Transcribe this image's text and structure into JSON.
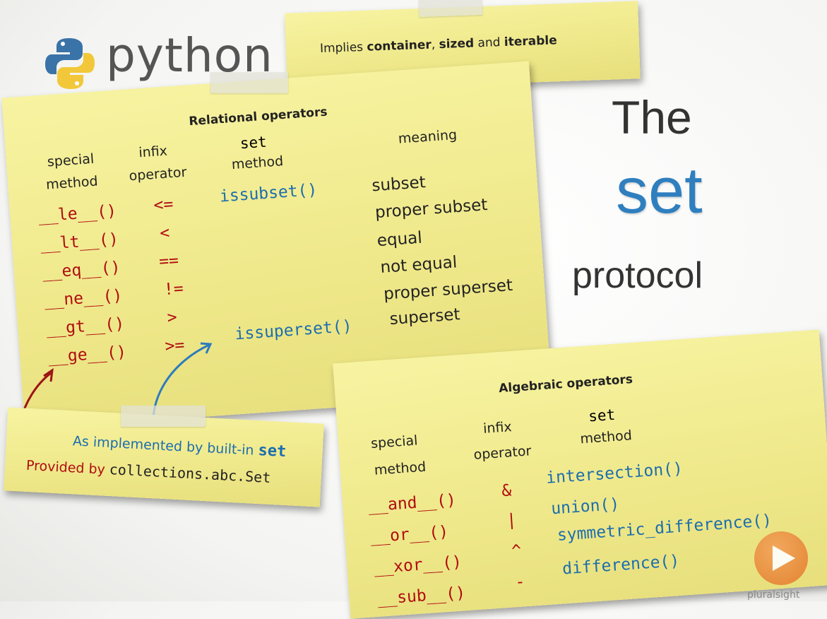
{
  "logo": {
    "text": "python"
  },
  "title": {
    "line1": "The",
    "line2": "set",
    "line3": "protocol"
  },
  "top_note": {
    "prefix": "Implies ",
    "b1": "container",
    "mid1": ", ",
    "b2": "sized",
    "mid2": " and ",
    "b3": "iterable"
  },
  "relational": {
    "header": "Relational operators",
    "col_special_1": "special",
    "col_special_2": "method",
    "col_infix_1": "infix",
    "col_infix_2": "operator",
    "col_set_1": "set",
    "col_set_2": "method",
    "col_meaning": "meaning",
    "rows": [
      {
        "special": "__le__()",
        "op": "<=",
        "method": "issubset()",
        "meaning": "subset"
      },
      {
        "special": "__lt__()",
        "op": "<",
        "method": "",
        "meaning": "proper subset"
      },
      {
        "special": "__eq__()",
        "op": "==",
        "method": "",
        "meaning": "equal"
      },
      {
        "special": "__ne__()",
        "op": "!=",
        "method": "",
        "meaning": "not equal"
      },
      {
        "special": "__gt__()",
        "op": ">",
        "method": "",
        "meaning": "proper superset"
      },
      {
        "special": "__ge__()",
        "op": ">=",
        "method": "issuperset()",
        "meaning": "superset"
      }
    ]
  },
  "provenance": {
    "line1_prefix": "As implemented by built-in ",
    "line1_code": "set",
    "line2_prefix": "Provided by ",
    "line2_code": "collections.abc.Set"
  },
  "algebraic": {
    "header": "Algebraic operators",
    "col_special_1": "special",
    "col_special_2": "method",
    "col_infix_1": "infix",
    "col_infix_2": "operator",
    "col_set_1": "set",
    "col_set_2": "method",
    "rows": [
      {
        "special": "__and__()",
        "op": "&",
        "method": "intersection()"
      },
      {
        "special": "__or__()",
        "op": "|",
        "method": "union()"
      },
      {
        "special": "__xor__()",
        "op": "^",
        "method": "symmetric_difference()"
      },
      {
        "special": "__sub__()",
        "op": "-",
        "method": "difference()"
      }
    ]
  },
  "branding": {
    "text": "pluralsight"
  },
  "colors": {
    "red": "#b00d10",
    "blue": "#1c6eae",
    "note": "#f2ec8f",
    "title_blue": "#2f7fbf"
  }
}
